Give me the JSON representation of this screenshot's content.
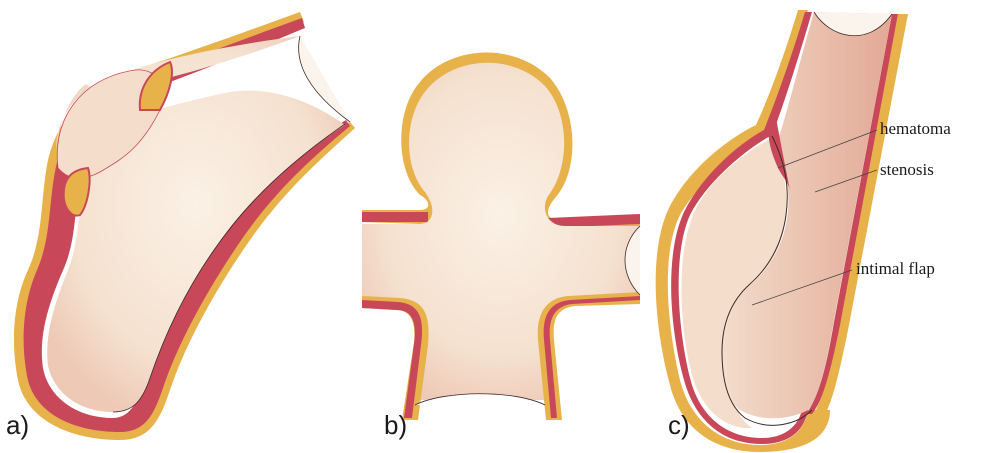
{
  "panels": {
    "a": {
      "label": "a)"
    },
    "b": {
      "label": "b)"
    },
    "c": {
      "label": "c)"
    }
  },
  "annotations": {
    "hematoma": "hematoma",
    "stenosis": "stenosis",
    "intimal_flap": "intimal flap"
  },
  "colors": {
    "adventitia": "#e8b24a",
    "media": "#c8485a",
    "intima_edge": "#3a2a2a",
    "lumen": "#f7e6d6",
    "lumen_shade": "#eec9b6",
    "hematoma_fill": "#f2d6c4",
    "stenosis_shade": "#e3a894"
  }
}
